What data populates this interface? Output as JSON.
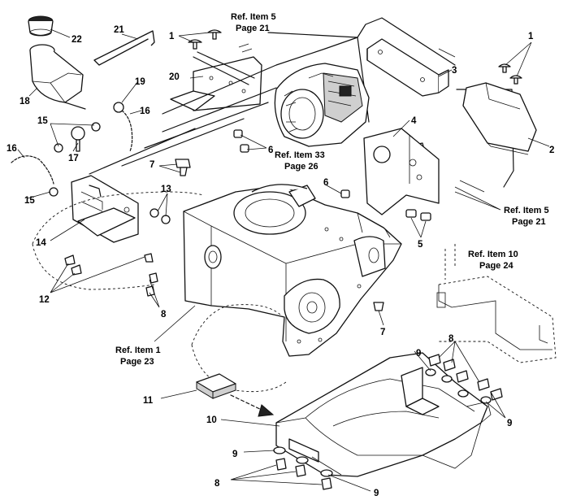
{
  "callouts": [
    {
      "id": "c22",
      "text": "22"
    },
    {
      "id": "c21",
      "text": "21"
    },
    {
      "id": "c1a",
      "text": "1"
    },
    {
      "id": "c1b",
      "text": "1"
    },
    {
      "id": "c3",
      "text": "3"
    },
    {
      "id": "c20",
      "text": "20"
    },
    {
      "id": "c19",
      "text": "19"
    },
    {
      "id": "c18",
      "text": "18"
    },
    {
      "id": "c16a",
      "text": "16"
    },
    {
      "id": "c15a",
      "text": "15"
    },
    {
      "id": "c16b",
      "text": "16"
    },
    {
      "id": "c17",
      "text": "17"
    },
    {
      "id": "c2",
      "text": "2"
    },
    {
      "id": "c4",
      "text": "4"
    },
    {
      "id": "c6a",
      "text": "6"
    },
    {
      "id": "c7a",
      "text": "7"
    },
    {
      "id": "c13",
      "text": "13"
    },
    {
      "id": "c6b",
      "text": "6"
    },
    {
      "id": "c15b",
      "text": "15"
    },
    {
      "id": "c14",
      "text": "14"
    },
    {
      "id": "c5",
      "text": "5"
    },
    {
      "id": "c12",
      "text": "12"
    },
    {
      "id": "c8a",
      "text": "8"
    },
    {
      "id": "c7b",
      "text": "7"
    },
    {
      "id": "c8b",
      "text": "8"
    },
    {
      "id": "c9a",
      "text": "9"
    },
    {
      "id": "c9b",
      "text": "9"
    },
    {
      "id": "c11",
      "text": "11"
    },
    {
      "id": "c10",
      "text": "10"
    },
    {
      "id": "c9c",
      "text": "9"
    },
    {
      "id": "c8c",
      "text": "8"
    },
    {
      "id": "c9d",
      "text": "9"
    }
  ],
  "references": [
    {
      "id": "r5a",
      "line1": "Ref. Item 5",
      "line2": "Page 21"
    },
    {
      "id": "r33",
      "line1": "Ref. Item 33",
      "line2": "Page 26"
    },
    {
      "id": "r5b",
      "line1": "Ref. Item 5",
      "line2": "Page 21"
    },
    {
      "id": "r10",
      "line1": "Ref. Item 10",
      "line2": "Page 24"
    },
    {
      "id": "r1",
      "line1": "Ref. Item 1",
      "line2": "Page 23"
    }
  ]
}
